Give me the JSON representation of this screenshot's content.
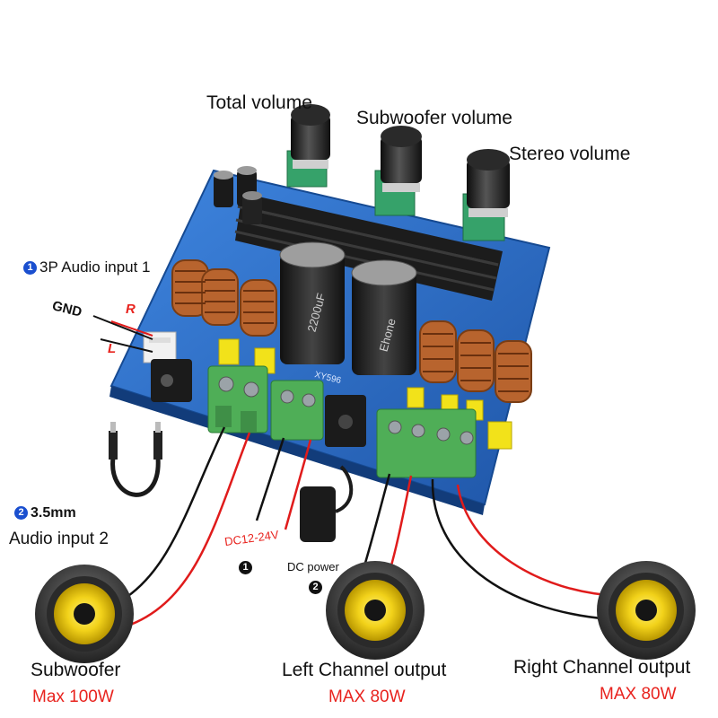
{
  "labels": {
    "total_volume": "Total volume",
    "subwoofer_volume": "Subwoofer volume",
    "stereo_volume": "Stereo volume",
    "input1_num": "1",
    "input1": "3P Audio input 1",
    "gnd": "GND",
    "r": "R",
    "l": "L",
    "input2_num": "2",
    "input2_size": "3.5mm",
    "input2": "Audio input 2",
    "dc_range": "DC12-24V",
    "dc_num1": "1",
    "dc_power": "DC power",
    "dc_num2": "2",
    "board_marking": "XY596",
    "cap1_marking": "2200uF",
    "cap2_marking": "Ehone"
  },
  "outputs": {
    "subwoofer": {
      "name": "Subwoofer",
      "power": "Max 100W"
    },
    "left": {
      "name": "Left Channel output",
      "power": "MAX 80W"
    },
    "right": {
      "name": "Right Channel output",
      "power": "MAX 80W"
    }
  },
  "colors": {
    "pcb": "#2a6bc4",
    "terminal": "#4fae57",
    "knob": "#1b1b1b",
    "wire_black": "#111111",
    "wire_red": "#e01b1b",
    "speaker_cone": "#f2d21a",
    "label_red": "#e8231e",
    "number_badge": "#1a4fcf"
  }
}
